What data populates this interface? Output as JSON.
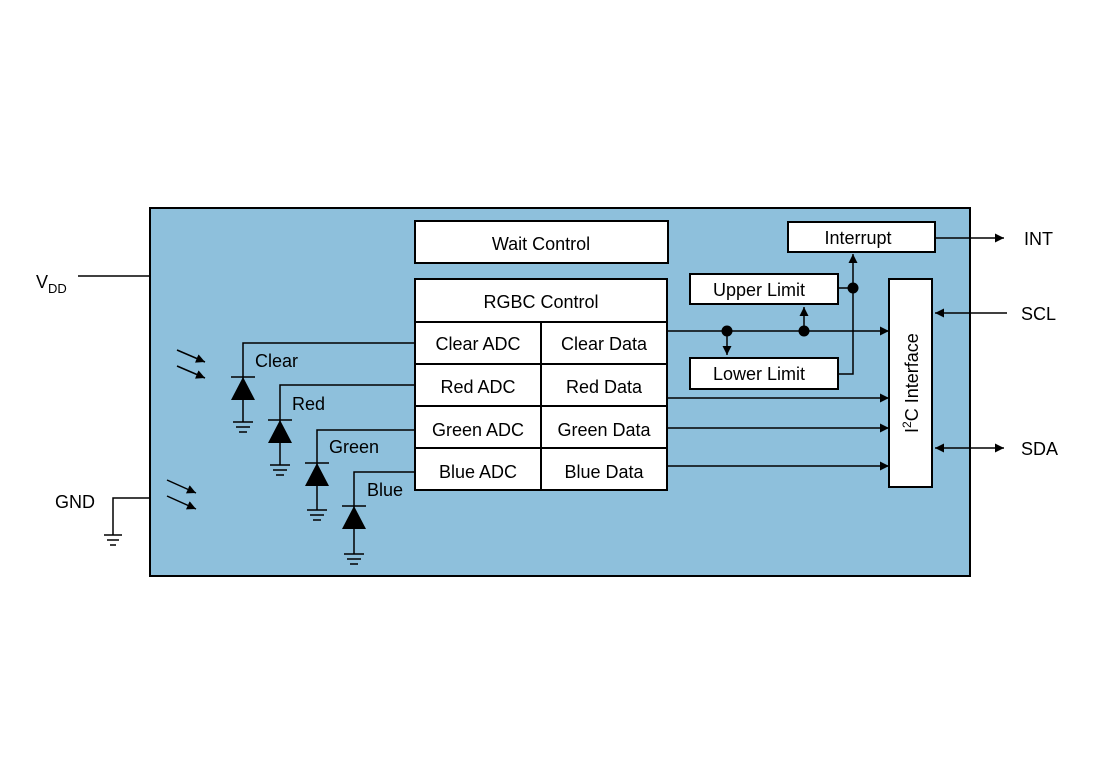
{
  "colors": {
    "chip_fill": "#8ec0dc",
    "line": "#000000",
    "block_fill": "#ffffff"
  },
  "pins": {
    "vdd_main": "V",
    "vdd_sub": "DD",
    "gnd": "GND",
    "int": "INT",
    "scl": "SCL",
    "sda": "SDA"
  },
  "blocks": {
    "wait_control": "Wait Control",
    "rgbc_control": "RGBC Control",
    "interrupt": "Interrupt",
    "upper_limit": "Upper Limit",
    "lower_limit": "Lower Limit",
    "i2c_prefix": "I",
    "i2c_sup": "2",
    "i2c_suffix": "C Interface"
  },
  "channels": [
    {
      "adc": "Clear ADC",
      "data": "Clear Data",
      "photodiode": "Clear"
    },
    {
      "adc": "Red ADC",
      "data": "Red Data",
      "photodiode": "Red"
    },
    {
      "adc": "Green ADC",
      "data": "Green Data",
      "photodiode": "Green"
    },
    {
      "adc": "Blue ADC",
      "data": "Blue Data",
      "photodiode": "Blue"
    }
  ]
}
